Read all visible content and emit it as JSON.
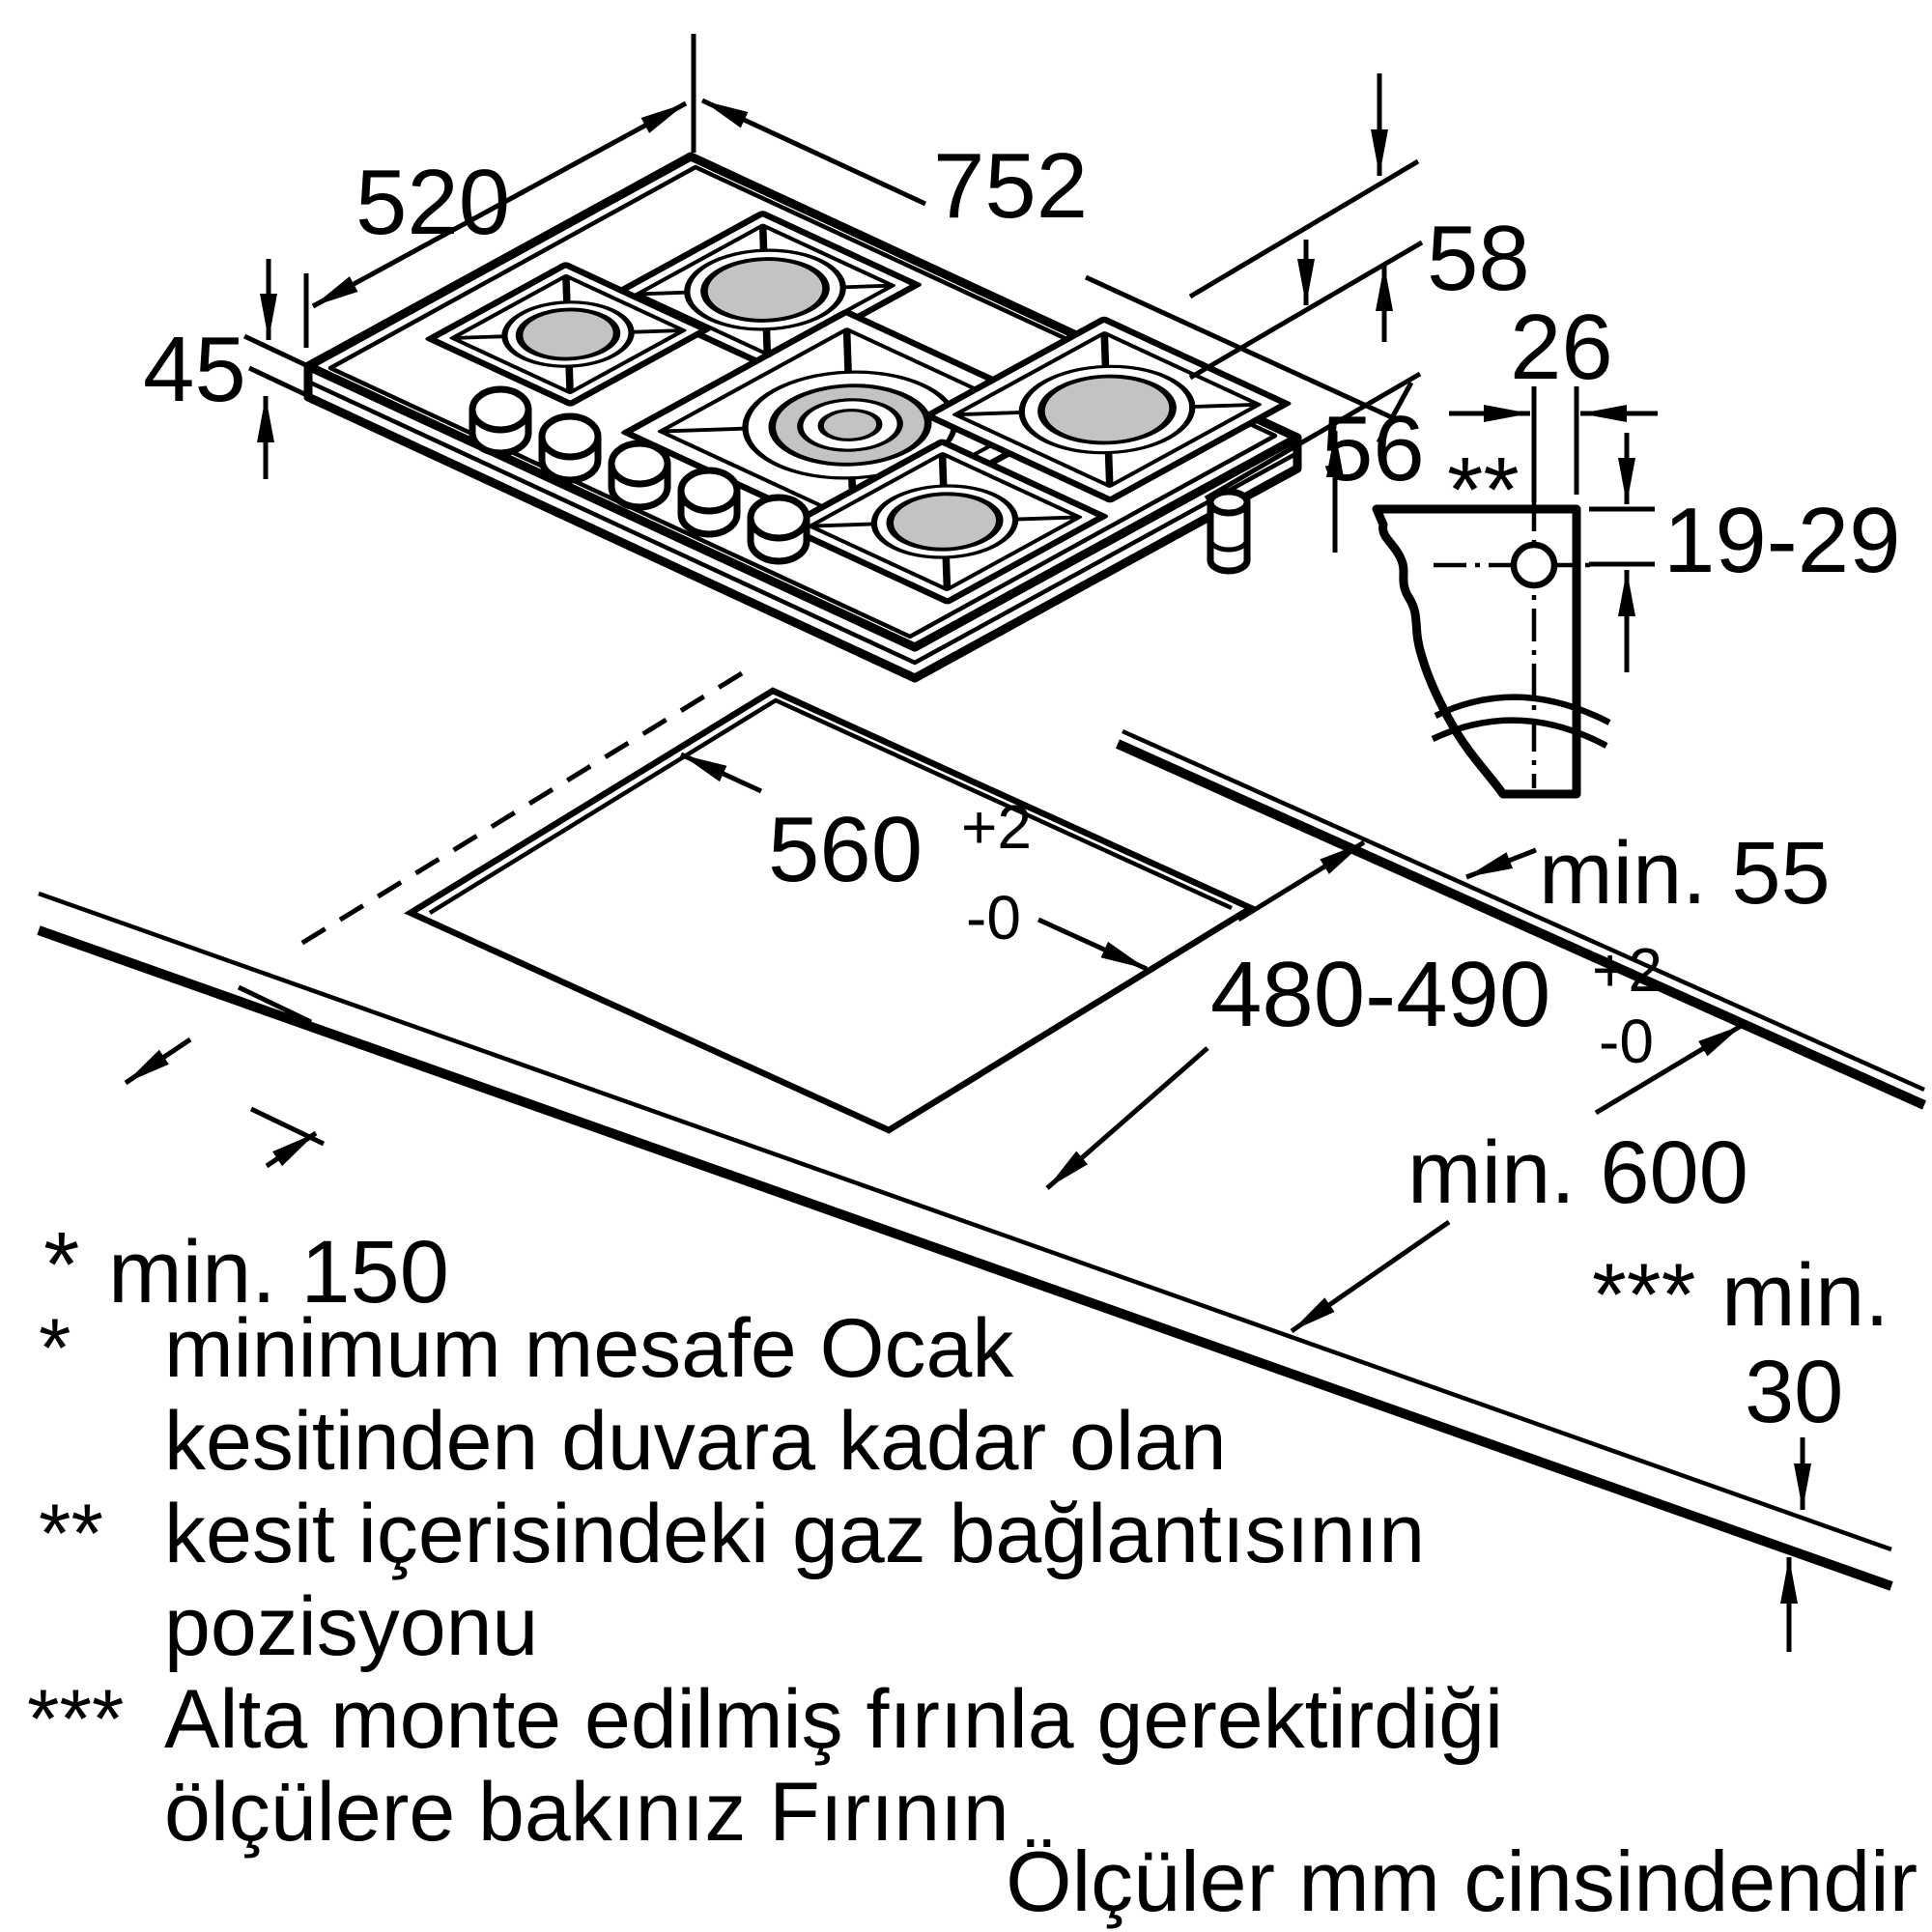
{
  "dimensions": {
    "hob_width": "752",
    "hob_depth": "520",
    "hob_height": "45",
    "grate_height": "58",
    "body_height": "56",
    "gas_offset": "26",
    "gas_marker": "**",
    "gas_height_range": "19-29",
    "cutout_width": "560",
    "cutout_width_tol_plus": "+2",
    "cutout_width_tol_minus": "-0",
    "cutout_depth": "480-490",
    "cutout_depth_tol_plus": "+2",
    "cutout_depth_tol_minus": "-0",
    "rear_clearance": "min. 55",
    "wall_clearance_marker": "*",
    "wall_clearance": "min. 150",
    "worktop_depth": "min. 600",
    "oven_clearance_marker": "***",
    "oven_clearance_prefix": "min.",
    "oven_clearance_value": "30"
  },
  "footnotes": [
    {
      "marker": "*",
      "line1": "minimum mesafe Ocak",
      "line2": "kesitinden duvara kadar olan"
    },
    {
      "marker": "**",
      "line1": "kesit içerisindeki gaz bağlantısının",
      "line2": "pozisyonu"
    },
    {
      "marker": "***",
      "line1": "Alta monte edilmiş fırınla gerektirdiği",
      "line2": "ölçülere bakınız Fırının"
    }
  ],
  "units_note": "Ölçüler mm cinsindendir"
}
